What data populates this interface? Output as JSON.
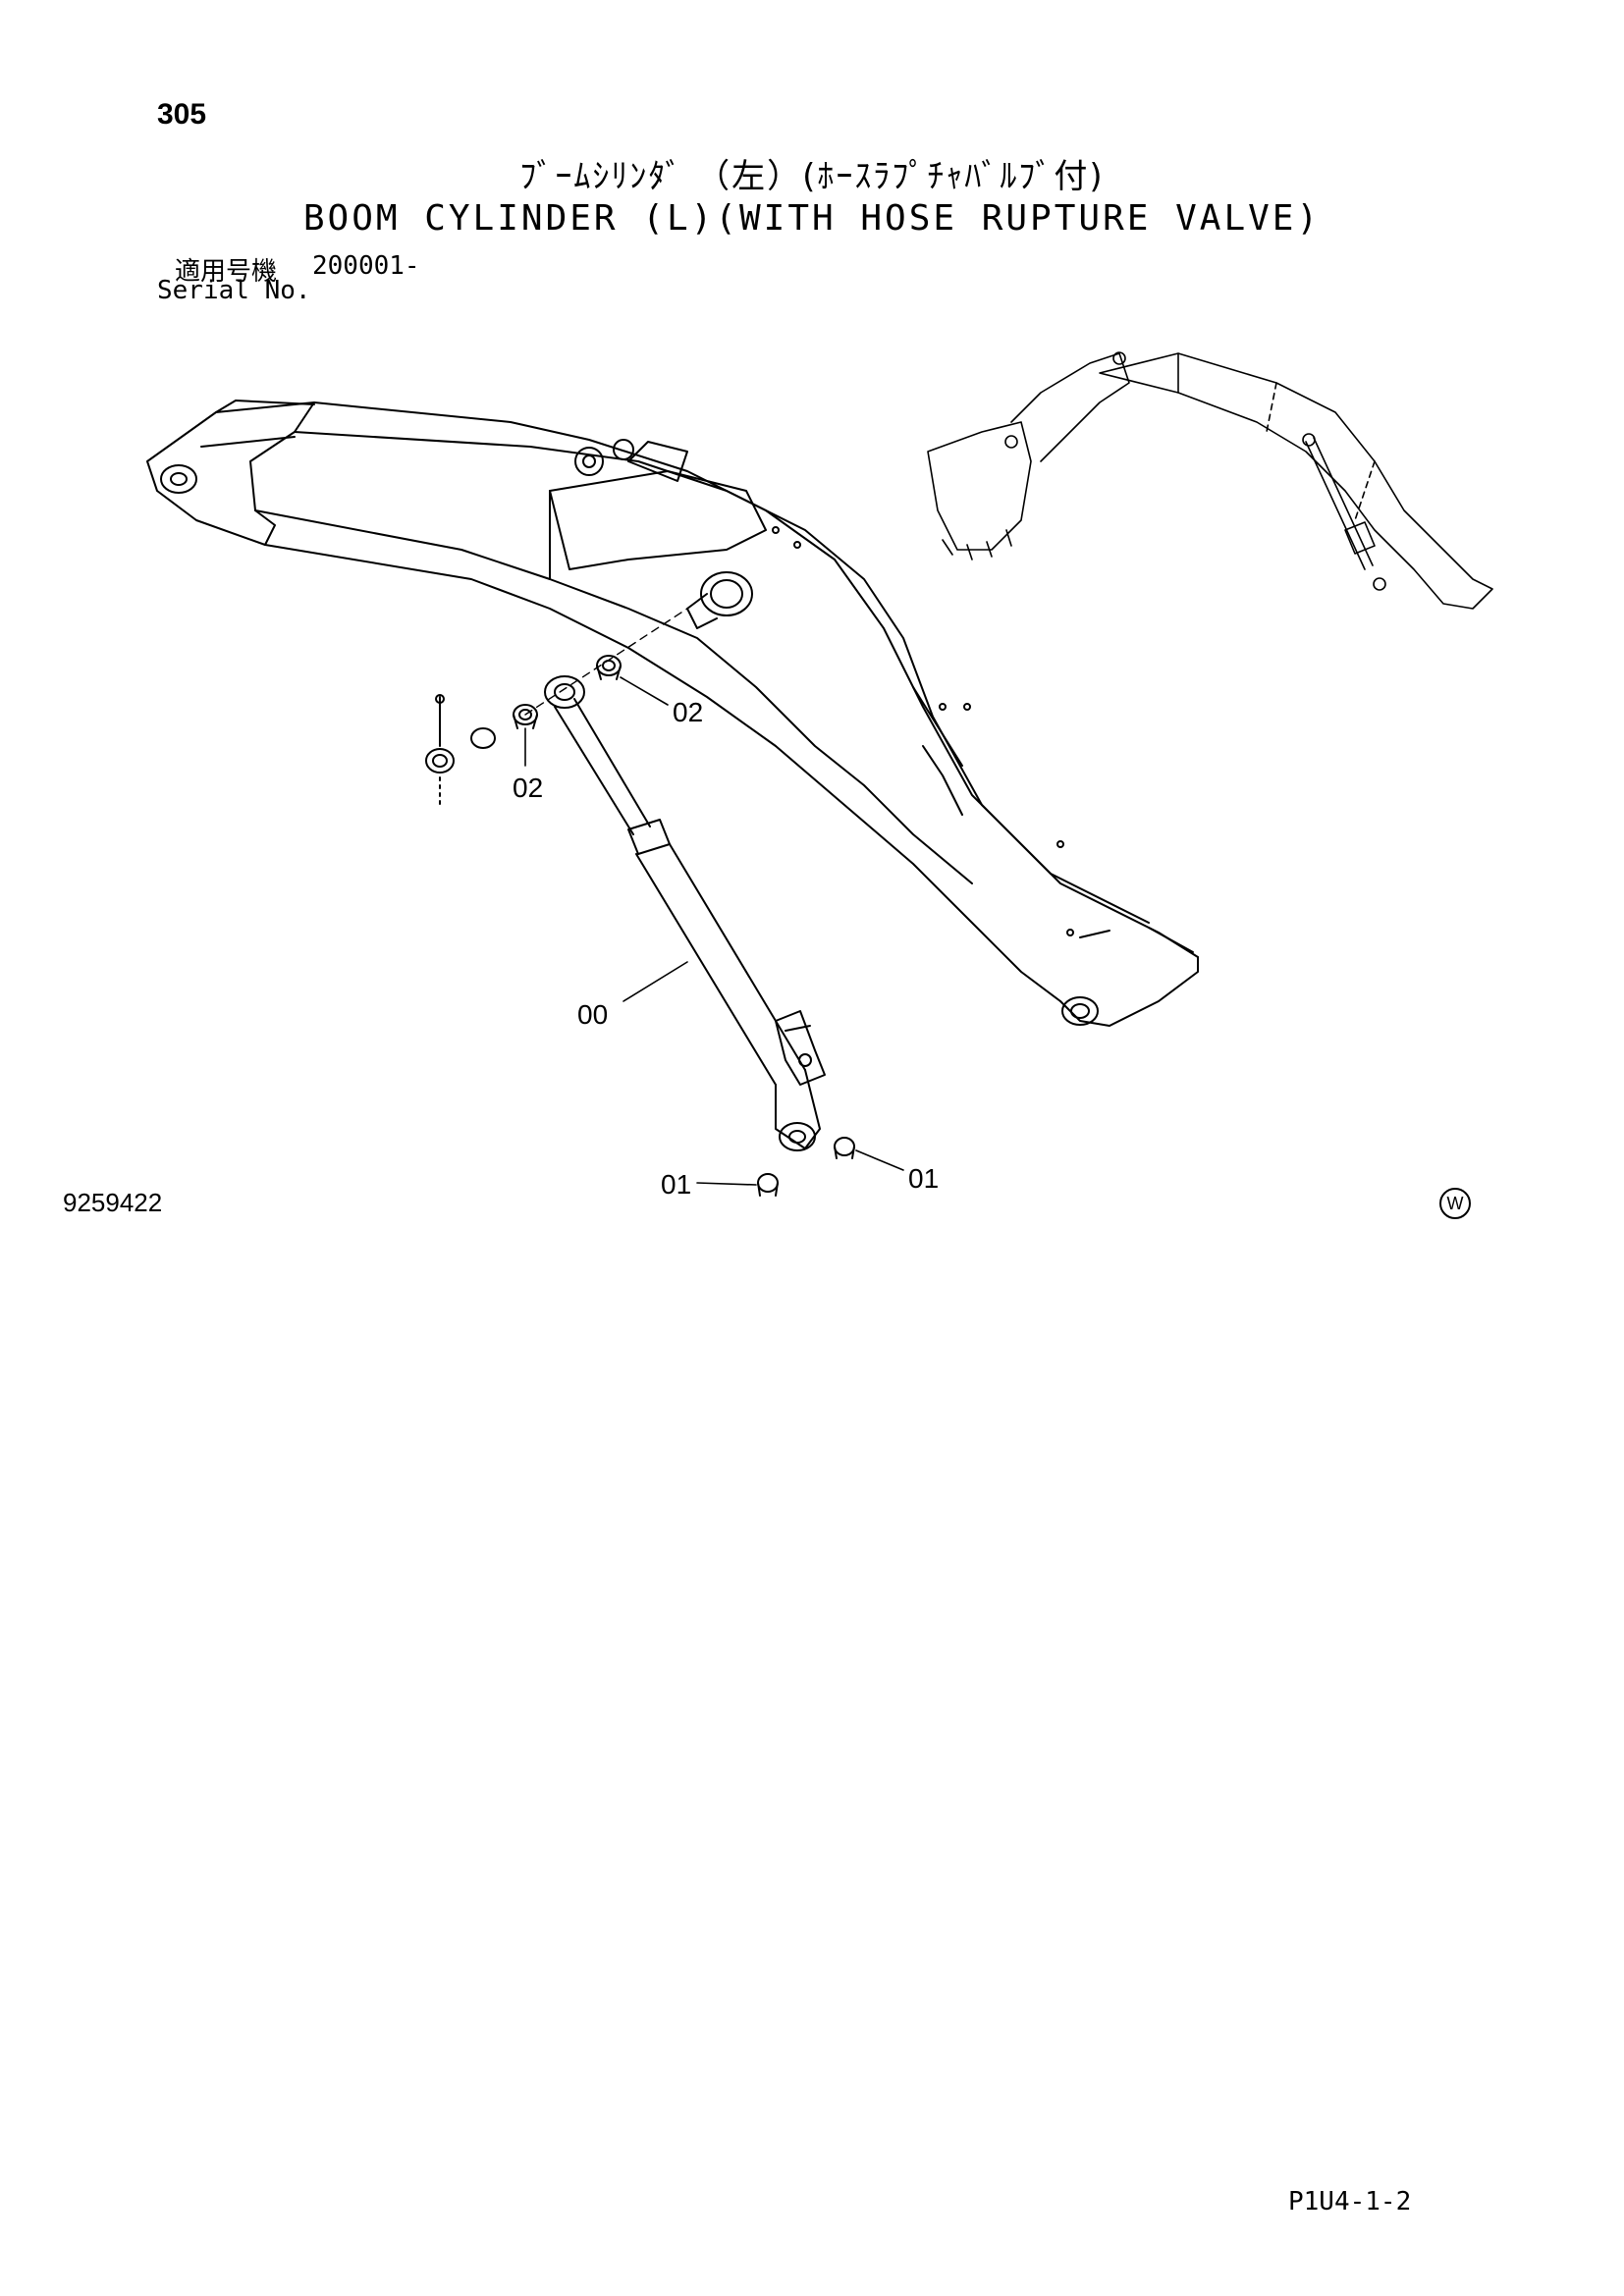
{
  "page": {
    "number": "305",
    "title_jp": "ﾌﾞｰﾑｼﾘﾝﾀﾞ （左）(ﾎｰｽﾗﾌﾟﾁｬﾊﾞﾙﾌﾞ付)",
    "title_en": "BOOM CYLINDER (L)(WITH HOSE RUPTURE VALVE)",
    "serial_label_jp": "適用号機",
    "serial_value": "200001-",
    "serial_label_en": "Serial No.",
    "drawing_number": "9259422",
    "mark": "W",
    "footer_code": "P1U4-1-2"
  },
  "callouts": {
    "part_00": "00",
    "part_01_left": "01",
    "part_01_right": "01",
    "part_02_upper": "02",
    "part_02_lower": "02"
  }
}
